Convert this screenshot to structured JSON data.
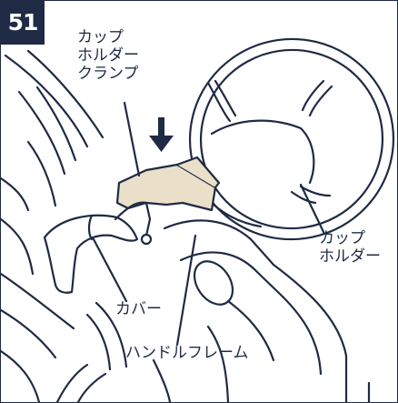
{
  "step_number": "51",
  "labels": {
    "cup_holder_clamp": [
      "カップ",
      "ホルダー",
      "クランプ"
    ],
    "cup_holder": [
      "カップ",
      "ホルダー"
    ],
    "cover": "カバー",
    "handle_frame": "ハンドルフレーム"
  },
  "colors": {
    "line": "#1f2a44",
    "clamp_fill": "#eadfc8",
    "badge_bg": "#1f2a44"
  },
  "icons": {
    "press_arrow": "down-arrow-icon"
  }
}
